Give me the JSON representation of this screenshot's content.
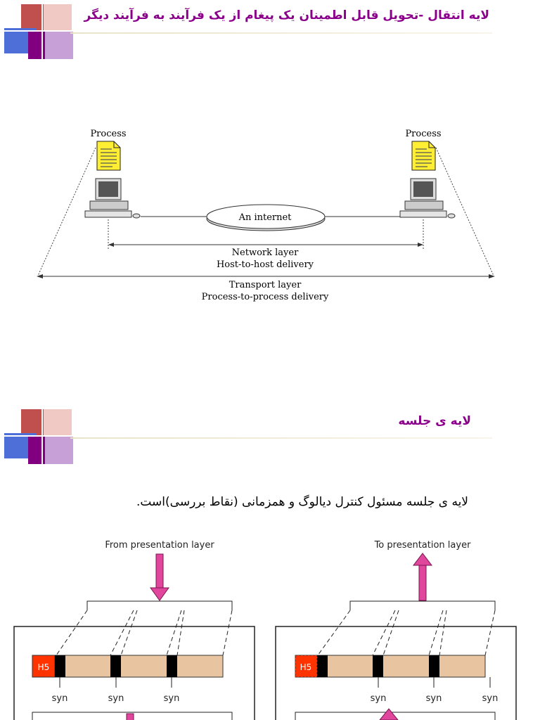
{
  "slide1": {
    "title": "لایه انتقال -تحویل قابل اطمینان یک پیغام از یک فرآیند به فرآیند دیگر",
    "figure": {
      "left_process": "Process",
      "right_process": "Process",
      "cloud": "An internet",
      "network_layer": "Network layer",
      "network_delivery": "Host-to-host delivery",
      "transport_layer": "Transport layer",
      "transport_delivery": "Process-to-process delivery"
    }
  },
  "slide2": {
    "title": "لایه ی جلسه",
    "text": "لایه ی جلسه مسئول کنترل دیالوگ و همزمانی  (نقاط بررسی)است.",
    "figure": {
      "left_label": "From presentation layer",
      "right_label": "To presentation layer",
      "header": "H5",
      "left_syn": [
        "syn",
        "syn",
        "syn"
      ],
      "right_syn": [
        "syn",
        "syn",
        "syn"
      ]
    }
  },
  "colors": {
    "title": "#8b008b",
    "arrow": "#e0469b",
    "data_block": "#e8c4a0",
    "header": "#ff3300"
  }
}
